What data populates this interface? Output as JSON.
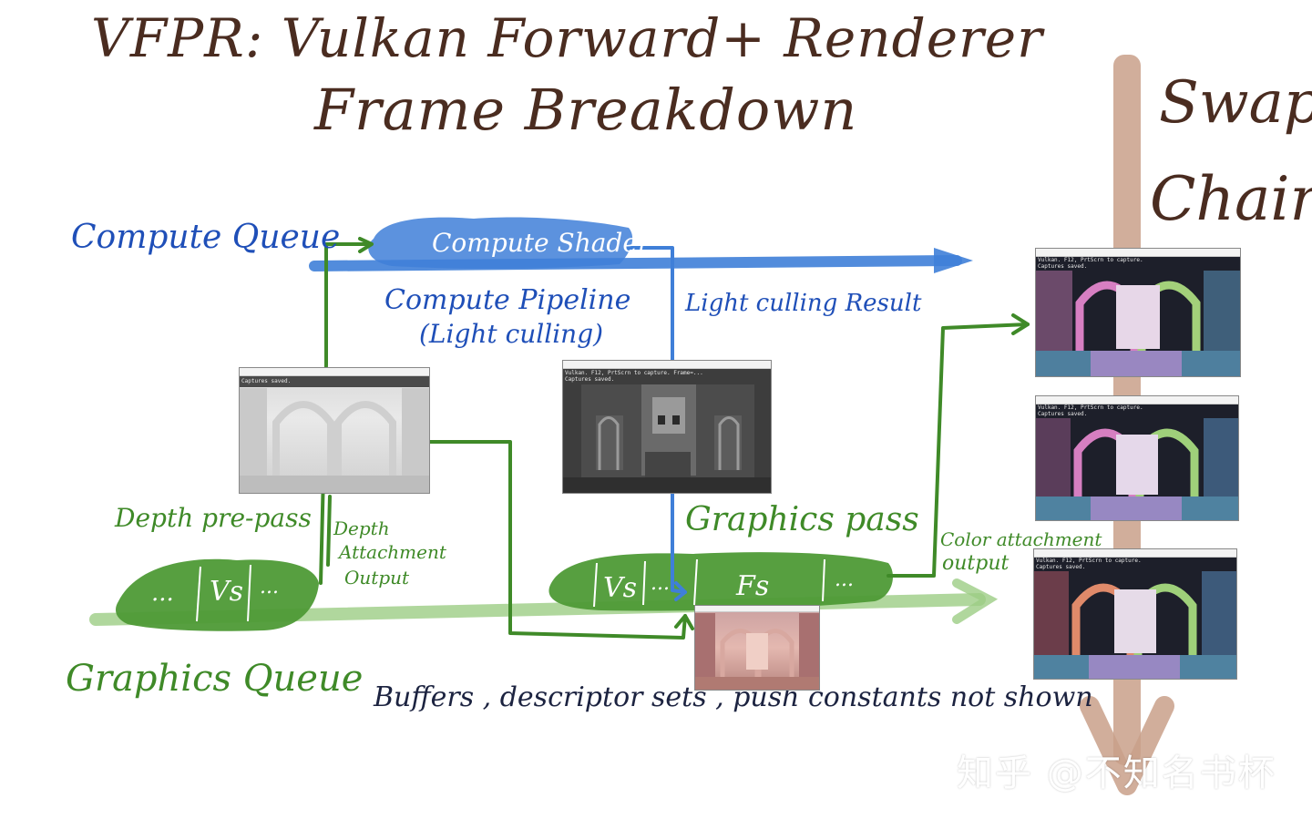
{
  "title": {
    "line1": "VFPR: Vulkan Forward+ Renderer",
    "line2": "Frame Breakdown"
  },
  "swap_chain": {
    "line1": "Swap",
    "line2": "Chain"
  },
  "queues": {
    "compute": "Compute Queue",
    "graphics": "Graphics Queue"
  },
  "compute_shader": "Compute Shader",
  "compute_pipeline": {
    "line1": "Compute Pipeline",
    "line2": "(Light culling)"
  },
  "light_culling_result": "Light culling Result",
  "depth_prepass": "Depth pre-pass",
  "depth_attachment": {
    "line1": "Depth",
    "line2": "Attachment",
    "line3": "Output"
  },
  "graphics_pass": "Graphics pass",
  "color_attachment": {
    "line1": "Color attachment",
    "line2": "output"
  },
  "depth_pass_blob": {
    "dots_left": "...",
    "vs": "Vs",
    "dots_right": "..."
  },
  "graphics_pass_blob": {
    "vs": "Vs",
    "dots_mid": "...",
    "fs": "Fs",
    "dots_right": "..."
  },
  "footnote": "Buffers , descriptor sets , push constants not shown",
  "watermark": "知乎 @不知名书杯",
  "screenshots": {
    "depth": {
      "console": "Captures saved."
    },
    "light_grid": {
      "console1": "Vulkan. F12, PrtScrn to capture. Frame=...",
      "console2": "Captures saved."
    },
    "swap1": {
      "console1": "Vulkan. F12, PrtScrn to capture.",
      "console2": "Captures saved."
    },
    "swap2": {
      "console1": "Vulkan. F12, PrtScrn to capture.",
      "console2": "Captures saved."
    },
    "swap3": {
      "console1": "Vulkan. F12, PrtScrn to capture.",
      "console2": "Captures saved."
    }
  },
  "colors": {
    "brown": "#4a2c20",
    "blue": "#1f4fb8",
    "queue_blue": "#3f7fd8",
    "green": "#3f8a28",
    "green_blob": "#4e9a36",
    "navy": "#1c2340",
    "swap_brown": "#c9a08a"
  }
}
